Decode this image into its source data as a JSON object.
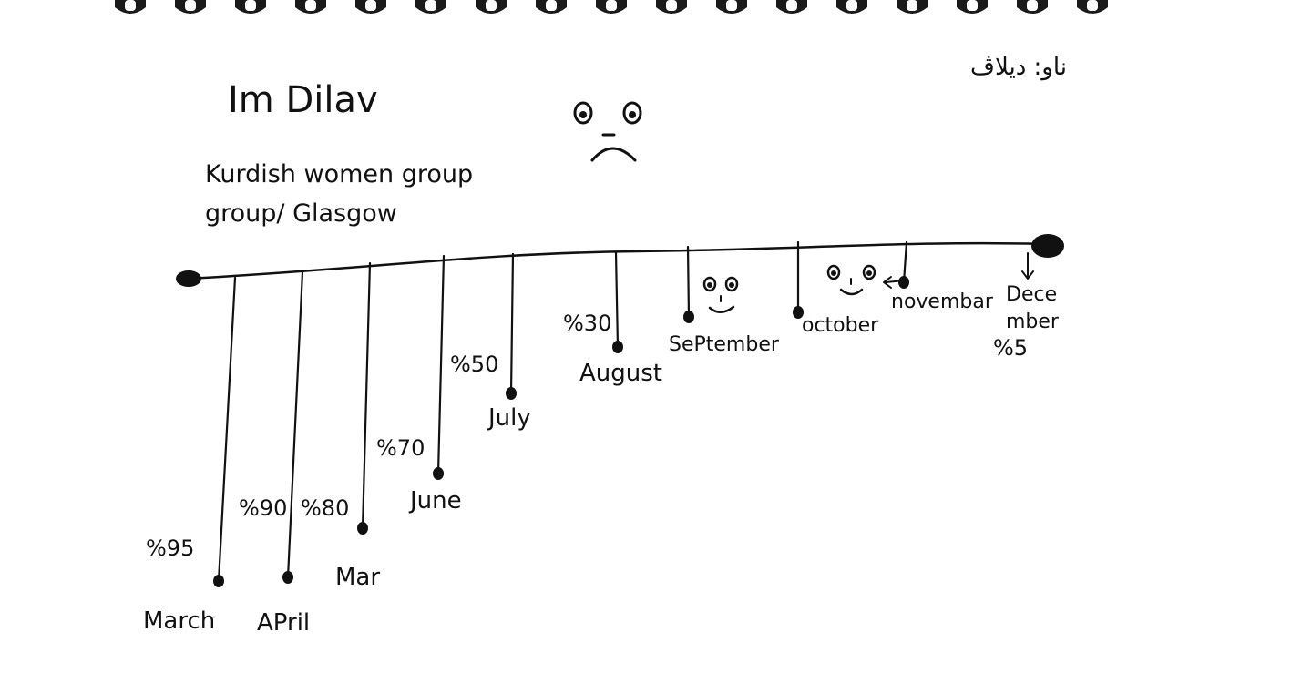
{
  "header": {
    "name": "Im Dilav",
    "name_kurdish": "ناو: دیلاڤ",
    "group_line1": "Kurdish women group",
    "group_line2": "group/ Glasgow"
  },
  "timeline": [
    {
      "month": "March",
      "percent": "%95"
    },
    {
      "month": "APril",
      "percent": "%90"
    },
    {
      "month": "Mar",
      "percent": "%80"
    },
    {
      "month": "June",
      "percent": "%70"
    },
    {
      "month": "July",
      "percent": "%50"
    },
    {
      "month": "August",
      "percent": "%30"
    },
    {
      "month": "SePtember",
      "percent": ""
    },
    {
      "month": "october",
      "percent": ""
    },
    {
      "month": "novembar",
      "percent": ""
    },
    {
      "month": "Dece",
      "month2": "mber",
      "percent": "%5"
    }
  ],
  "colors": {
    "ink": "#111111",
    "paper": "#ffffff",
    "spiral": "#1a1a1a"
  },
  "icons": [
    "spiral-binding-icon",
    "sad-face-icon",
    "smiley-face-icon",
    "smiley-face-icon"
  ]
}
